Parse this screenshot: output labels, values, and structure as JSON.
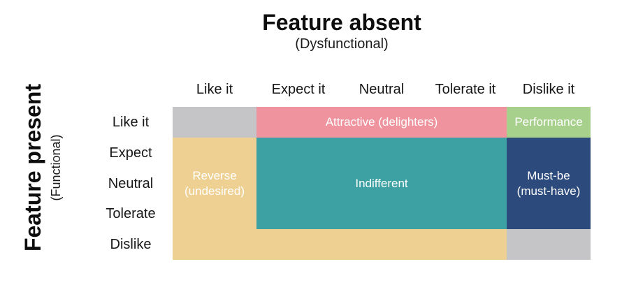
{
  "title": {
    "main": "Feature absent",
    "sub": "(Dysfunctional)"
  },
  "y_axis": {
    "main": "Feature present",
    "sub": "(Functional)"
  },
  "colors": {
    "gray": "#c5c4c6",
    "pink": "#ef939e",
    "green": "#a8d08d",
    "yellow": "#eed092",
    "teal": "#3da0a3",
    "navy": "#2c4b7c",
    "region_text": "#ffffff",
    "heading_text": "#161616"
  },
  "matrix": {
    "columns": [
      "Like it",
      "Expect it",
      "Neutral",
      "Tolerate it",
      "Dislike it"
    ],
    "rows": [
      "Like it",
      "Expect",
      "Neutral",
      "Tolerate",
      "Dislike"
    ],
    "regions": [
      {
        "name": "blank-top-left",
        "label": "",
        "color": "gray",
        "col": [
          0,
          1
        ],
        "row": [
          0,
          1
        ]
      },
      {
        "name": "attractive",
        "label": "Attractive (delighters)",
        "color": "pink",
        "col": [
          1,
          4
        ],
        "row": [
          0,
          1
        ]
      },
      {
        "name": "performance",
        "label": "Performance",
        "color": "green",
        "col": [
          4,
          5
        ],
        "row": [
          0,
          1
        ]
      },
      {
        "name": "reverse",
        "label": "Reverse (undesired)",
        "color": "yellow",
        "col": [
          0,
          1
        ],
        "row": [
          1,
          4
        ]
      },
      {
        "name": "reverse-bottom-row",
        "label": "",
        "color": "yellow",
        "col": [
          0,
          4
        ],
        "row": [
          4,
          5
        ]
      },
      {
        "name": "indifferent",
        "label": "Indifferent",
        "color": "teal",
        "col": [
          1,
          4
        ],
        "row": [
          1,
          4
        ]
      },
      {
        "name": "must-be",
        "label": "Must-be (must-have)",
        "color": "navy",
        "col": [
          4,
          5
        ],
        "row": [
          1,
          4
        ]
      },
      {
        "name": "blank-bottom-right",
        "label": "",
        "color": "gray",
        "col": [
          4,
          5
        ],
        "row": [
          4,
          5
        ]
      }
    ]
  },
  "chart_data": {
    "type": "heatmap",
    "title": "Feature absent (Dysfunctional) vs Feature present (Functional)",
    "x_categories": [
      "Like it",
      "Expect it",
      "Neutral",
      "Tolerate it",
      "Dislike it"
    ],
    "y_categories": [
      "Like it",
      "Expect",
      "Neutral",
      "Tolerate",
      "Dislike"
    ],
    "cells": [
      [
        "",
        "Attractive (delighters)",
        "Attractive (delighters)",
        "Attractive (delighters)",
        "Performance"
      ],
      [
        "Reverse (undesired)",
        "Indifferent",
        "Indifferent",
        "Indifferent",
        "Must-be (must-have)"
      ],
      [
        "Reverse (undesired)",
        "Indifferent",
        "Indifferent",
        "Indifferent",
        "Must-be (must-have)"
      ],
      [
        "Reverse (undesired)",
        "Indifferent",
        "Indifferent",
        "Indifferent",
        "Must-be (must-have)"
      ],
      [
        "Reverse (undesired)",
        "Reverse (undesired)",
        "Reverse (undesired)",
        "Reverse (undesired)",
        ""
      ]
    ]
  }
}
